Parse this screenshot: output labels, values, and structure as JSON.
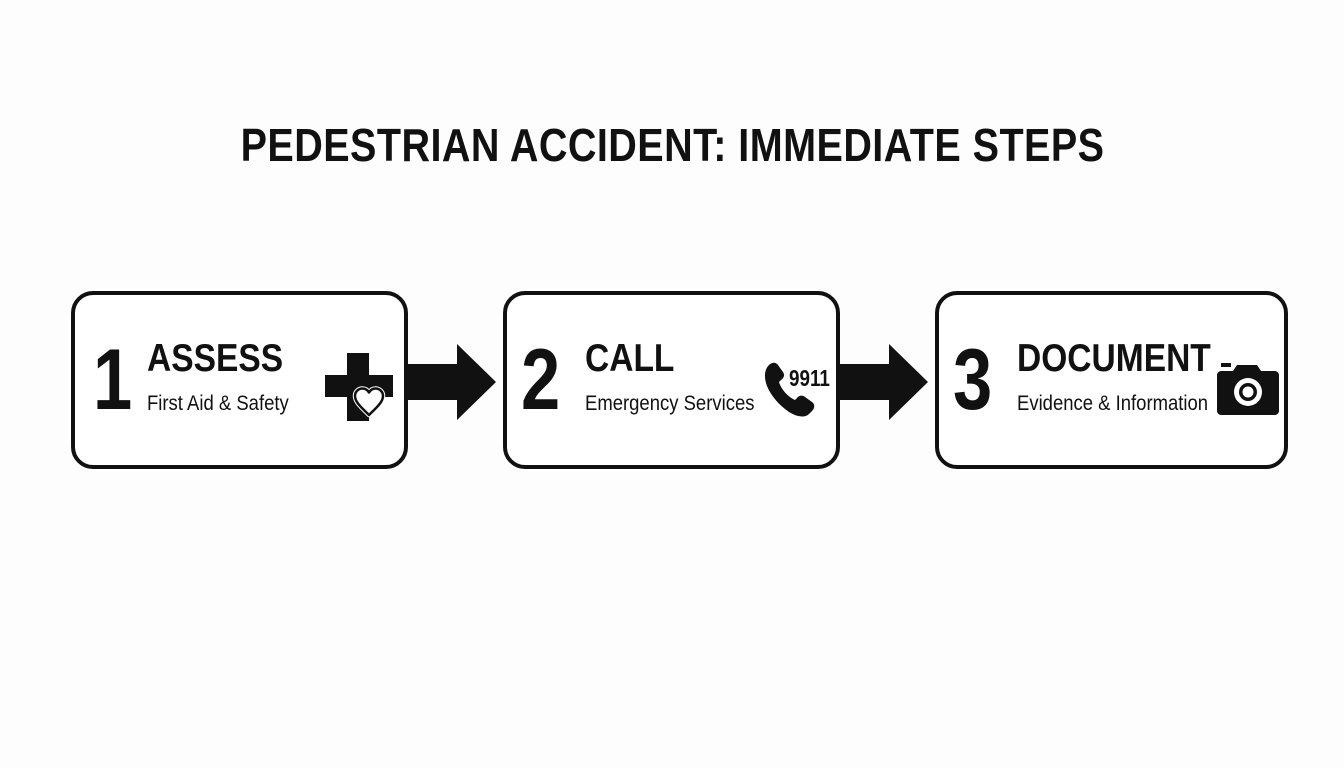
{
  "title": "PEDESTRIAN ACCIDENT: IMMEDIATE STEPS",
  "steps": [
    {
      "number": "1",
      "heading": "ASSESS",
      "subtitle": "First Aid & Safety",
      "icon": "first-aid-heart-icon"
    },
    {
      "number": "2",
      "heading": "CALL",
      "subtitle": "Emergency Services",
      "icon": "phone-icon",
      "phone_number": "9911"
    },
    {
      "number": "3",
      "heading": "DOCUMENT",
      "subtitle": "Evidence & Information",
      "icon": "camera-icon"
    }
  ],
  "colors": {
    "ink": "#111111",
    "background": "#fdfdfd",
    "box_fill": "#ffffff"
  }
}
